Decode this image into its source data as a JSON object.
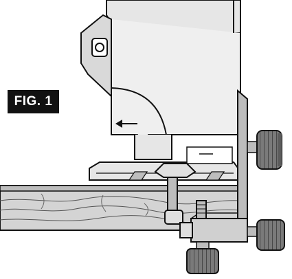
{
  "figure": {
    "label": "FIG. 1"
  },
  "colors": {
    "ink": "#111111",
    "tool_gray": "#e6e6e6",
    "metal_gray": "#bdbdbd",
    "knob_dark": "#6f6f6f",
    "wood": "#d2d2d2",
    "background": "#ffffff"
  },
  "parts": [
    "router-motor-housing",
    "router-base",
    "direction-arrow-icon",
    "edge-guide-bracket",
    "upper-adjust-knob",
    "side-lock-knob",
    "bottom-adjust-knob",
    "clamp-screw",
    "workpiece-board"
  ]
}
